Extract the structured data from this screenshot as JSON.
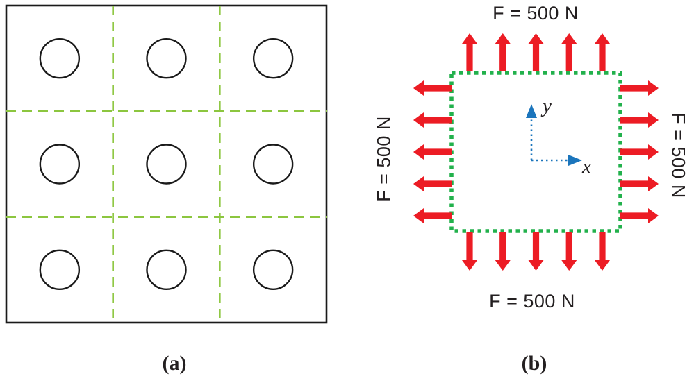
{
  "figure": {
    "text_color": "#231f20",
    "panel_a": {
      "label": "(a)",
      "grid_rows": 3,
      "grid_cols": 3,
      "hole_count": 9,
      "outline_color": "#1a1a1a",
      "partition_line_color": "#8cc63f"
    },
    "panel_b": {
      "label": "(b)",
      "arrows_per_side": 5,
      "arrow_color": "#ec1c24",
      "cell_border_color": "#22b14c",
      "axis_color": "#1b75bc",
      "force_labels": {
        "top": "F = 500 N",
        "bottom": "F = 500 N",
        "left": "F = 500 N",
        "right": "F = 500 N"
      },
      "axes": {
        "x_label": "x",
        "y_label": "y"
      }
    }
  }
}
